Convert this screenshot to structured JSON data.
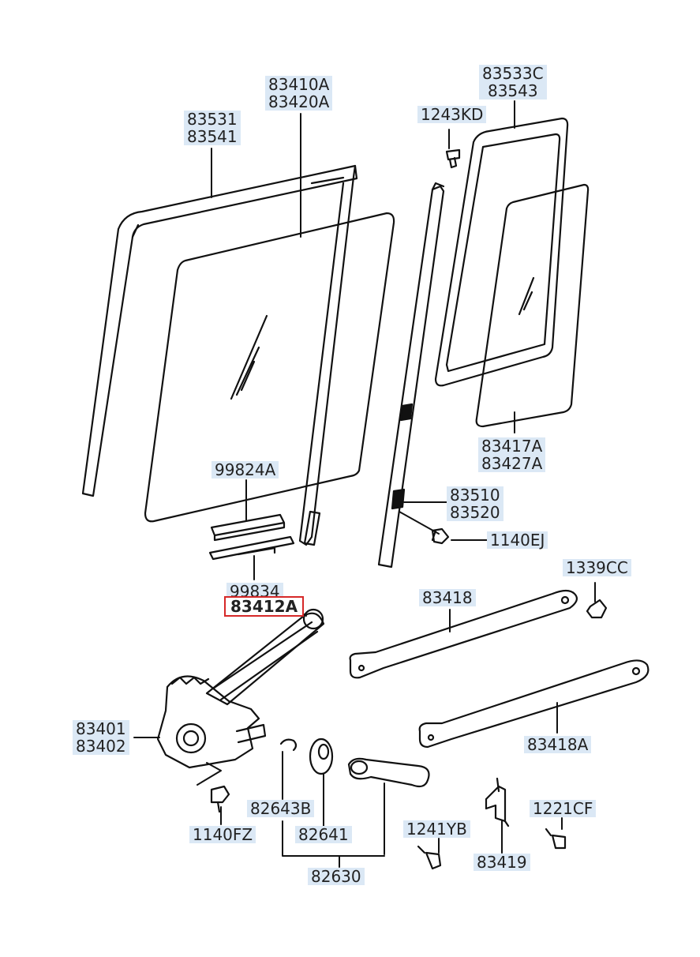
{
  "diagram": {
    "labels": {
      "l83531": [
        "83531",
        "83541"
      ],
      "l83410A": [
        "83410A",
        "83420A"
      ],
      "l1243KD": [
        "1243KD"
      ],
      "l83533C": [
        "83533C",
        "83543"
      ],
      "l99824A": [
        "99824A"
      ],
      "l83417A": [
        "83417A",
        "83427A"
      ],
      "l83510": [
        "83510",
        "83520"
      ],
      "l1140EJ": [
        "1140EJ"
      ],
      "l99834": [
        "99834"
      ],
      "l83412A": [
        "83412A"
      ],
      "l1339CC": [
        "1339CC"
      ],
      "l83418": [
        "83418"
      ],
      "l83401": [
        "83401",
        "83402"
      ],
      "l83418A": [
        "83418A"
      ],
      "l82643B": [
        "82643B"
      ],
      "l1221CF": [
        "1221CF"
      ],
      "l1241YB": [
        "1241YB"
      ],
      "l1140FZ": [
        "1140FZ"
      ],
      "l82641": [
        "82641"
      ],
      "l83419": [
        "83419"
      ],
      "l82630": [
        "82630"
      ]
    },
    "highlighted_part": "83412A",
    "colors": {
      "label_background": "#dbe8f5",
      "highlight_border": "#d62828",
      "line": "#111111"
    }
  }
}
